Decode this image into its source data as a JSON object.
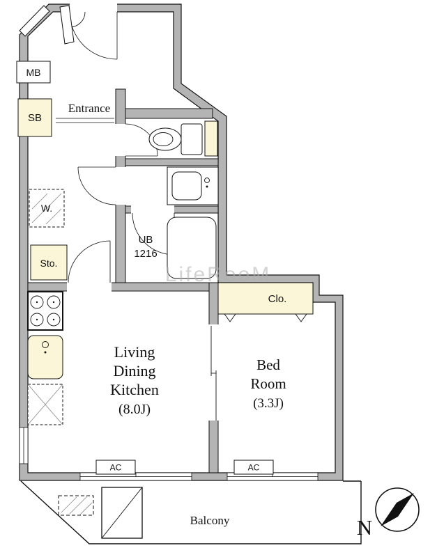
{
  "floorplan": {
    "watermark": "LifeRooM",
    "labels": {
      "entrance": "Entrance",
      "mb": "MB",
      "sb": "SB",
      "washer": "W.",
      "storage": "Sto.",
      "ub_line1": "UB",
      "ub_line2": "1216",
      "closet": "Clo.",
      "ldk_line1": "Living",
      "ldk_line2": "Dining",
      "ldk_line3": "Kitchen",
      "ldk_size": "(8.0J)",
      "bed_line1": "Bed",
      "bed_line2": "Room",
      "bed_size": "(3.3J)",
      "ac": "AC",
      "balcony": "Balcony",
      "north": "N"
    },
    "colors": {
      "wall": "#b4b4b4",
      "cream": "#faf6d7",
      "line": "#111111",
      "watermark": "#b0b0b0"
    }
  }
}
